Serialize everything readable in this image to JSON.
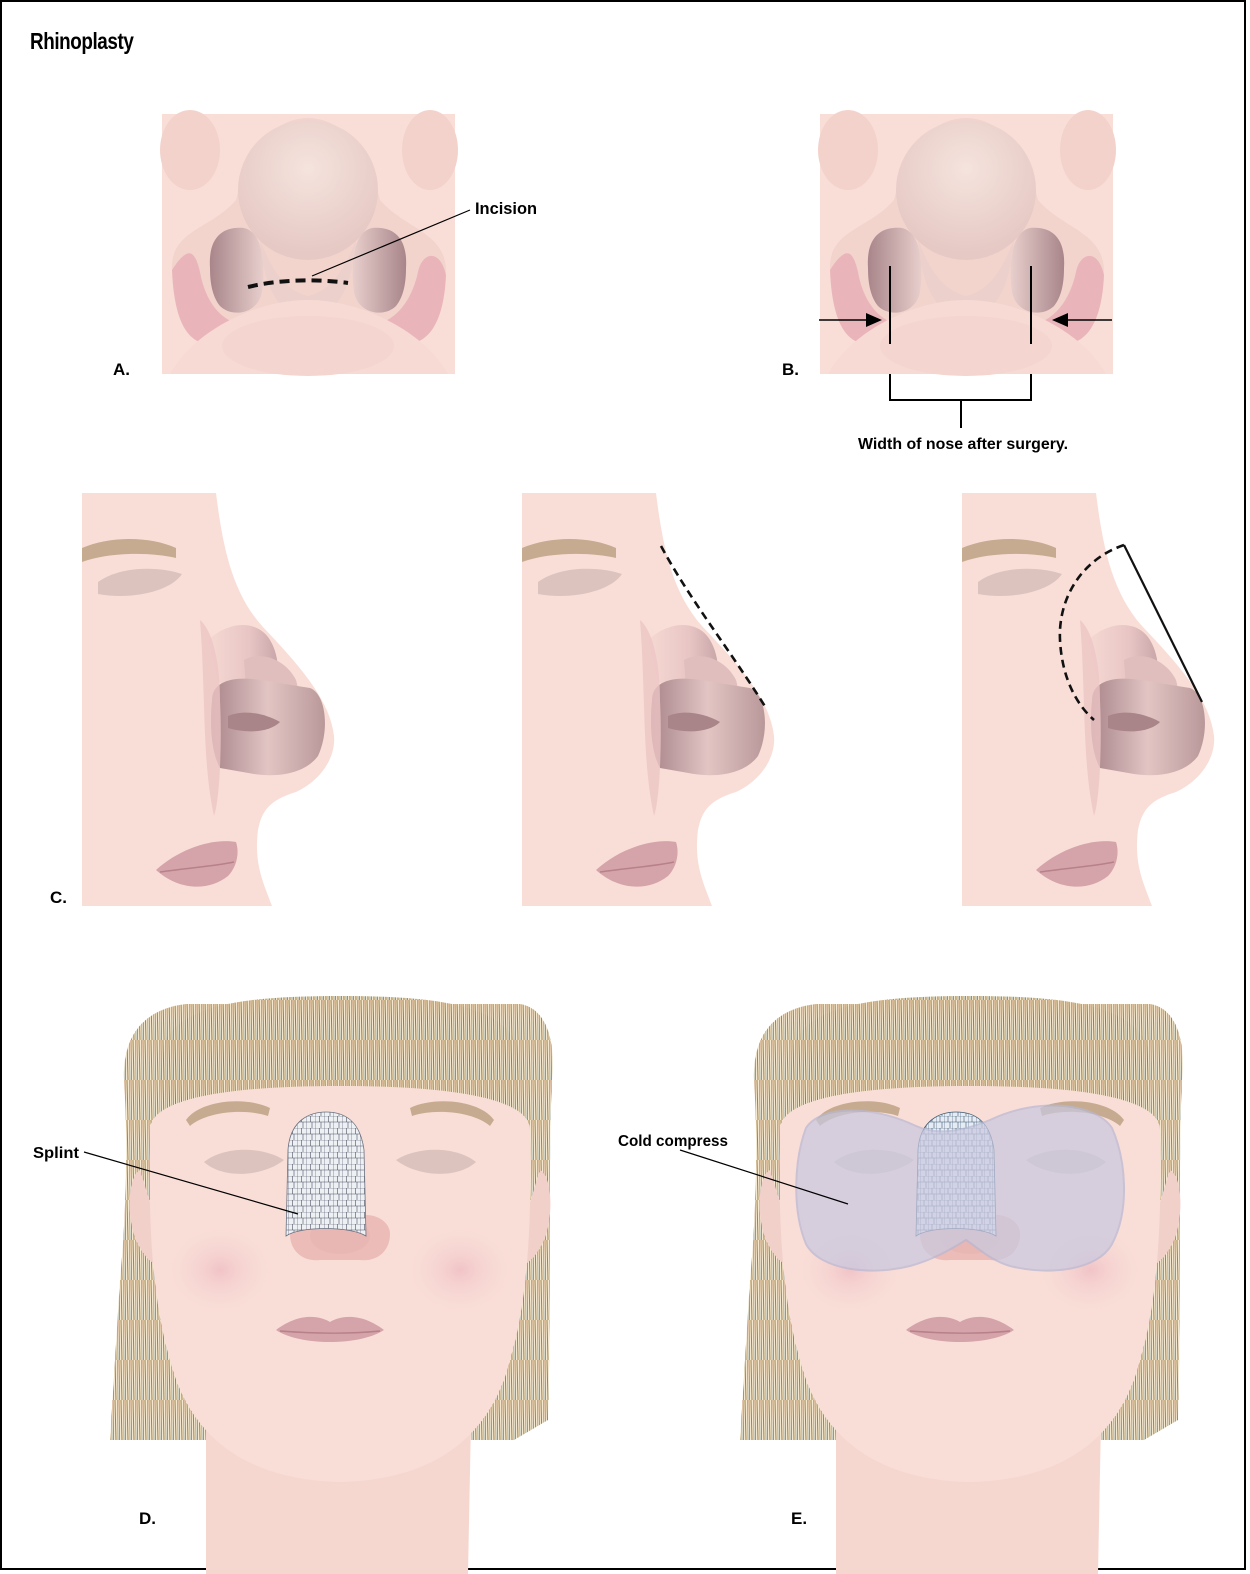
{
  "figure": {
    "title": "Rhinoplasty",
    "panel_letters": [
      "A.",
      "B.",
      "C.",
      "D.",
      "E."
    ],
    "callouts": {
      "incision": "Incision",
      "width": "Width of nose after surgery.",
      "splint": "Splint",
      "cold_compress": "Cold compress"
    }
  },
  "colors": {
    "skin": "#f9ded7",
    "skin_mid": "#f0cfc8",
    "nostril_dark": "#b58f92",
    "nose_tip": "#eac6c3",
    "ala_pink": "#e7b0b6",
    "brow": "#c6ab90",
    "eyelid": "#dcc3be",
    "lips": "#d5a4ab",
    "hair": "#a88a4e",
    "splint": "#e9eef2",
    "compress": "#c9c9e0"
  }
}
